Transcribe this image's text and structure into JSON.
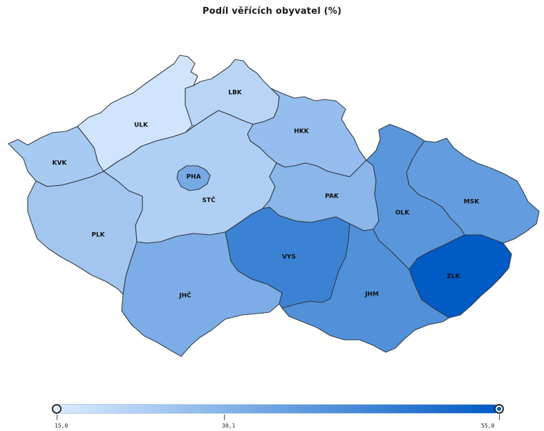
{
  "title": "Podíl věřících obyvatel (%)",
  "legend": {
    "min": 15.0,
    "max": 55.0,
    "ticks": [
      {
        "value": 15.0,
        "label": "15,0"
      },
      {
        "value": 30.1,
        "label": "30,1"
      },
      {
        "value": 55.0,
        "label": "55,0"
      }
    ],
    "color_low": "#d8eaff",
    "color_high": "#005bc4"
  },
  "regions": [
    {
      "code": "ULK",
      "label": "ULK",
      "value": 16.5
    },
    {
      "code": "LBK",
      "label": "LBK",
      "value": 21.0
    },
    {
      "code": "KVK",
      "label": "KVK",
      "value": 24.0
    },
    {
      "code": "HKK",
      "label": "HKK",
      "value": 27.5
    },
    {
      "code": "PLK",
      "label": "PLK",
      "value": 25.0
    },
    {
      "code": "STC",
      "label": "STČ",
      "value": 22.5
    },
    {
      "code": "PHA",
      "label": "PHA",
      "value": 33.0
    },
    {
      "code": "PAK",
      "label": "PAK",
      "value": 29.5
    },
    {
      "code": "JHC",
      "label": "JHČ",
      "value": 32.0
    },
    {
      "code": "VYS",
      "label": "VYS",
      "value": 44.0
    },
    {
      "code": "JHM",
      "label": "JHM",
      "value": 40.0
    },
    {
      "code": "OLK",
      "label": "OLK",
      "value": 38.5
    },
    {
      "code": "MSK",
      "label": "MSK",
      "value": 36.5
    },
    {
      "code": "ZLK",
      "label": "ZLK",
      "value": 55.0
    }
  ]
}
